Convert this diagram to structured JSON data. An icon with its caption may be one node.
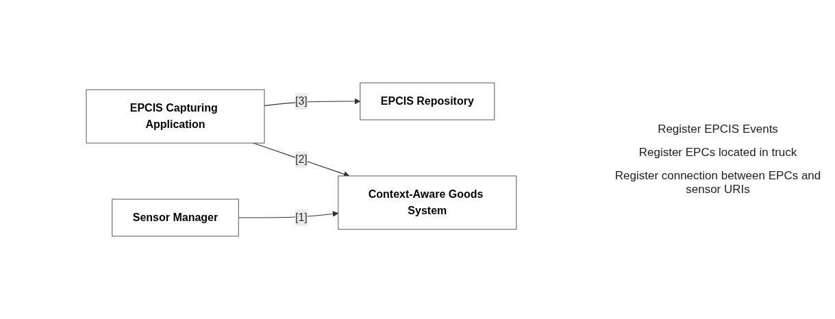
{
  "diagram": {
    "nodes": [
      {
        "text": [
          "EPCIS Capturing Application"
        ]
      },
      {
        "text": [
          "EPCIS Repository"
        ]
      },
      {
        "text": [
          "Sensor Manager"
        ]
      },
      {
        "text": [
          "Context-Aware Goods System"
        ]
      }
    ],
    "edges": [
      {
        "from": 0,
        "to": 1,
        "arrow": "to",
        "label": "[3]"
      },
      {
        "from": 0,
        "to": 3,
        "arrow": "to",
        "label": "[2]"
      },
      {
        "from": 2,
        "to": 3,
        "arrow": "to",
        "label": "[1]"
      }
    ],
    "labels": [
      "Register EPCIS Events",
      "Register EPCs located in truck",
      "Register connection between EPCs and sensor URIs"
    ]
  }
}
